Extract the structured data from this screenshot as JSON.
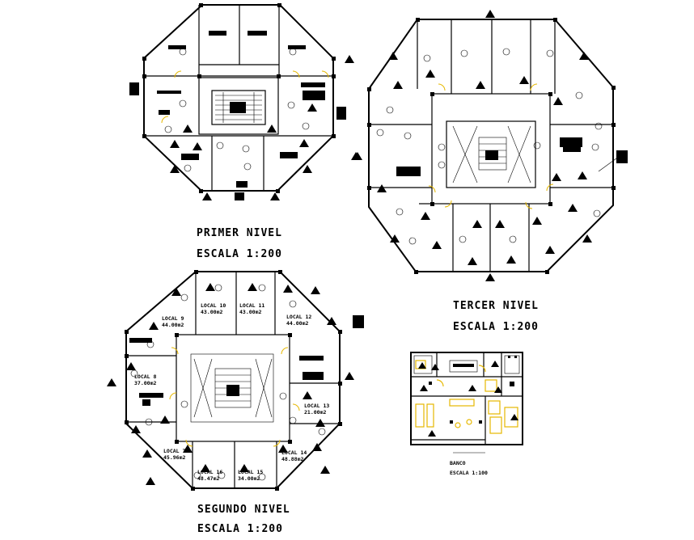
{
  "plans": {
    "primer": {
      "title": "PRIMER NIVEL",
      "scale": "ESCALA 1:200"
    },
    "tercer": {
      "title": "TERCER NIVEL",
      "scale": "ESCALA 1:200"
    },
    "segundo": {
      "title": "SEGUNDO NIVEL",
      "scale": "ESCALA 1:200",
      "locals": [
        {
          "name": "LOCAL 9",
          "area": "44.00m2"
        },
        {
          "name": "LOCAL 10",
          "area": "43.00m2"
        },
        {
          "name": "LOCAL 11",
          "area": "43.00m2"
        },
        {
          "name": "LOCAL 12",
          "area": "44.00m2"
        },
        {
          "name": "LOCAL 8",
          "area": "37.00m2"
        },
        {
          "name": "LOCAL 13",
          "area": "21.00m2"
        },
        {
          "name": "LOCAL 7",
          "area": "45.96m2"
        },
        {
          "name": "LOCAL 16",
          "area": "48.47m2"
        },
        {
          "name": "LOCAL 15",
          "area": "34.00m2"
        },
        {
          "name": "LOCAL 14",
          "area": "48.88m2"
        }
      ]
    },
    "banco": {
      "title": "BANCO",
      "scale": "ESCALA 1:100"
    }
  },
  "colors": {
    "line": "#000000",
    "furniture": "#e6b800",
    "paper": "#ffffff"
  }
}
